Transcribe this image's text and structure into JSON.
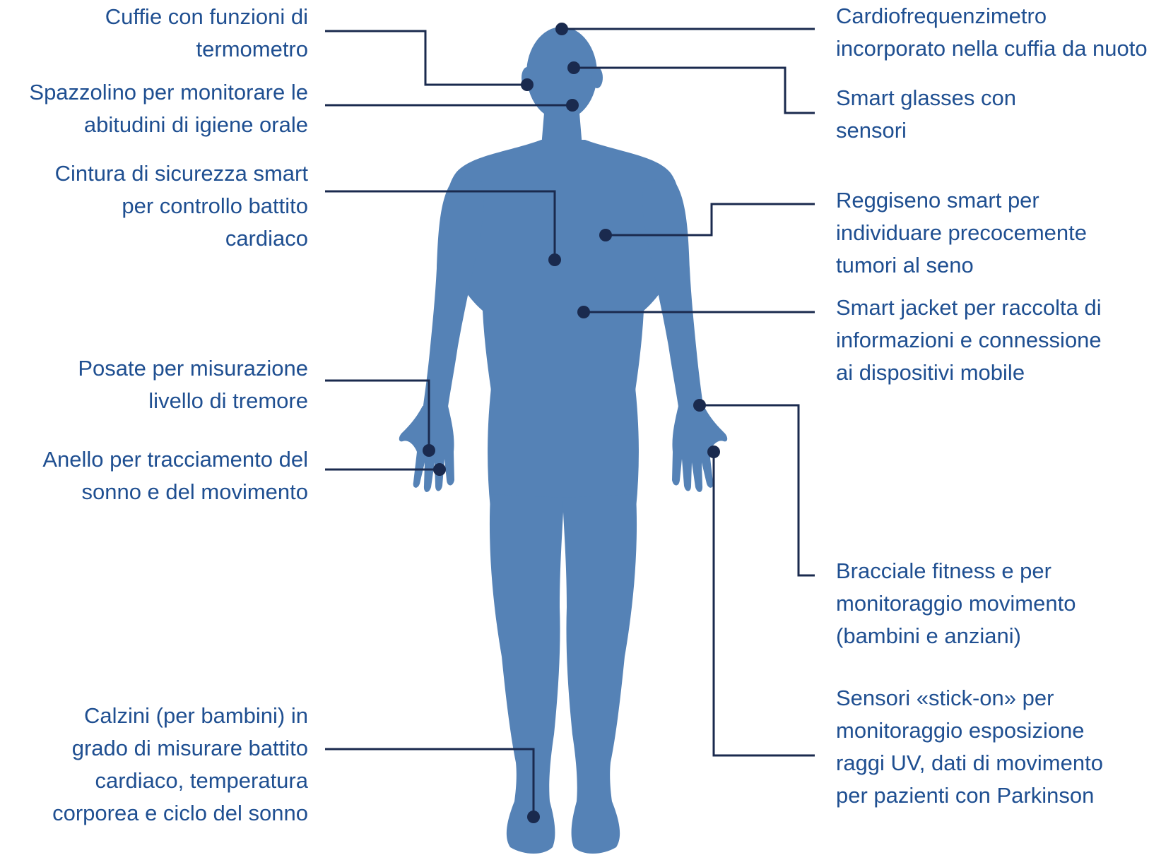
{
  "colors": {
    "body": "#5582b6",
    "text": "#1f4f91",
    "line": "#1a2a4e",
    "dot": "#1a2a4e"
  },
  "labels_left": [
    {
      "id": "cuffie",
      "lines": [
        "Cuffie con funzioni di",
        "termometro"
      ]
    },
    {
      "id": "spazzolino",
      "lines": [
        "Spazzolino per monitorare le",
        "abitudini di igiene orale"
      ]
    },
    {
      "id": "cintura",
      "lines": [
        "Cintura di sicurezza smart",
        "per controllo battito",
        "cardiaco"
      ]
    },
    {
      "id": "posate",
      "lines": [
        "Posate per misurazione",
        "livello di tremore"
      ]
    },
    {
      "id": "anello",
      "lines": [
        "Anello per tracciamento del",
        "sonno e del movimento"
      ]
    },
    {
      "id": "calzini",
      "lines": [
        "Calzini (per bambini) in",
        "grado di misurare battito",
        "cardiaco, temperatura",
        "corporea e ciclo del sonno"
      ]
    }
  ],
  "labels_right": [
    {
      "id": "cardiofrequenzimetro",
      "lines": [
        "Cardiofrequenzimetro",
        "incorporato nella cuffia da nuoto"
      ]
    },
    {
      "id": "smart-glasses",
      "lines": [
        "Smart glasses con",
        "sensori"
      ]
    },
    {
      "id": "reggiseno",
      "lines": [
        "Reggiseno smart per",
        "individuare precocemente",
        "tumori al seno"
      ]
    },
    {
      "id": "smart-jacket",
      "lines": [
        "Smart jacket per raccolta di",
        "informazioni e connessione",
        "ai dispositivi mobile"
      ]
    },
    {
      "id": "bracciale",
      "lines": [
        "Bracciale fitness e per",
        "monitoraggio movimento",
        "(bambini e anziani)"
      ]
    },
    {
      "id": "sensori",
      "lines": [
        "Sensori «stick-on» per",
        "monitoraggio esposizione",
        "raggi UV, dati di movimento",
        "per pazienti con Parkinson"
      ]
    }
  ]
}
